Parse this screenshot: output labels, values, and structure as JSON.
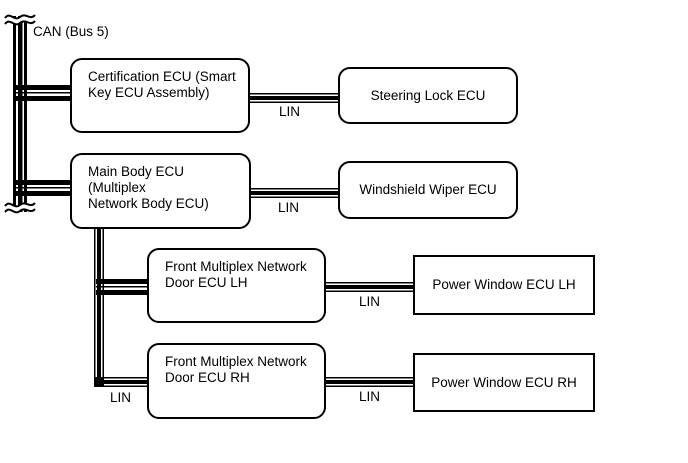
{
  "diagram": {
    "title_hint": "CAN / LIN network communication diagram",
    "can_bus": {
      "label": "CAN (Bus 5)"
    },
    "nodes": {
      "certification_ecu": {
        "lines": [
          "Certification ECU (Smart",
          "Key ECU Assembly)"
        ]
      },
      "steering_lock_ecu": {
        "lines": [
          "Steering Lock ECU"
        ]
      },
      "main_body_ecu": {
        "lines": [
          "Main Body ECU (Multiplex",
          "Network Body ECU)"
        ]
      },
      "windshield_wiper_ecu": {
        "lines": [
          "Windshield Wiper ECU"
        ]
      },
      "front_door_ecu_lh": {
        "lines": [
          "Front Multiplex Network",
          "Door ECU LH"
        ]
      },
      "power_window_ecu_lh": {
        "lines": [
          "Power Window ECU LH"
        ]
      },
      "front_door_ecu_rh": {
        "lines": [
          "Front Multiplex Network",
          "Door ECU RH"
        ]
      },
      "power_window_ecu_rh": {
        "lines": [
          "Power Window ECU RH"
        ]
      }
    },
    "edges": {
      "cert_to_steering": {
        "label": "LIN"
      },
      "mainbody_to_wiper": {
        "label": "LIN"
      },
      "doorlh_to_pwlh": {
        "label": "LIN"
      },
      "mainbody_to_doors_bus": {
        "label": "LIN"
      },
      "doorrh_to_pwrh": {
        "label": "LIN"
      }
    },
    "colors": {
      "line": "#000000",
      "background": "#ffffff"
    }
  }
}
